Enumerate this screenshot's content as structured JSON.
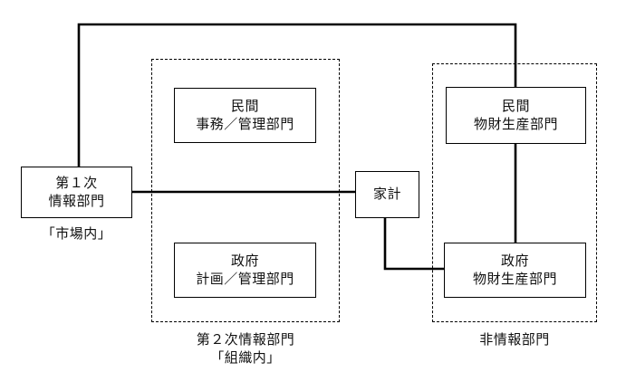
{
  "diagram": {
    "title_present": false,
    "background_color": "#ffffff",
    "line_color": "#000000",
    "text_color": "#111111",
    "nodes": [
      {
        "id": "primary-information-sector",
        "lines": [
          "第１次",
          "情報部門"
        ],
        "caption": "「市場内」"
      },
      {
        "id": "private-admin-sector",
        "lines": [
          "民間",
          "事務／管理部門"
        ]
      },
      {
        "id": "government-planning-sector",
        "lines": [
          "政府",
          "計画／管理部門"
        ]
      },
      {
        "id": "household",
        "lines": [
          "家計"
        ]
      },
      {
        "id": "private-goods-production-sector",
        "lines": [
          "民間",
          "物財生産部門"
        ]
      },
      {
        "id": "government-goods-production-sector",
        "lines": [
          "政府",
          "物財生産部門"
        ]
      }
    ],
    "groups": [
      {
        "id": "secondary-information-sector",
        "label_lines": [
          "第２次情報部門",
          "「組織内」"
        ]
      },
      {
        "id": "non-information-sector",
        "label_lines": [
          "非情報部門"
        ]
      }
    ]
  }
}
